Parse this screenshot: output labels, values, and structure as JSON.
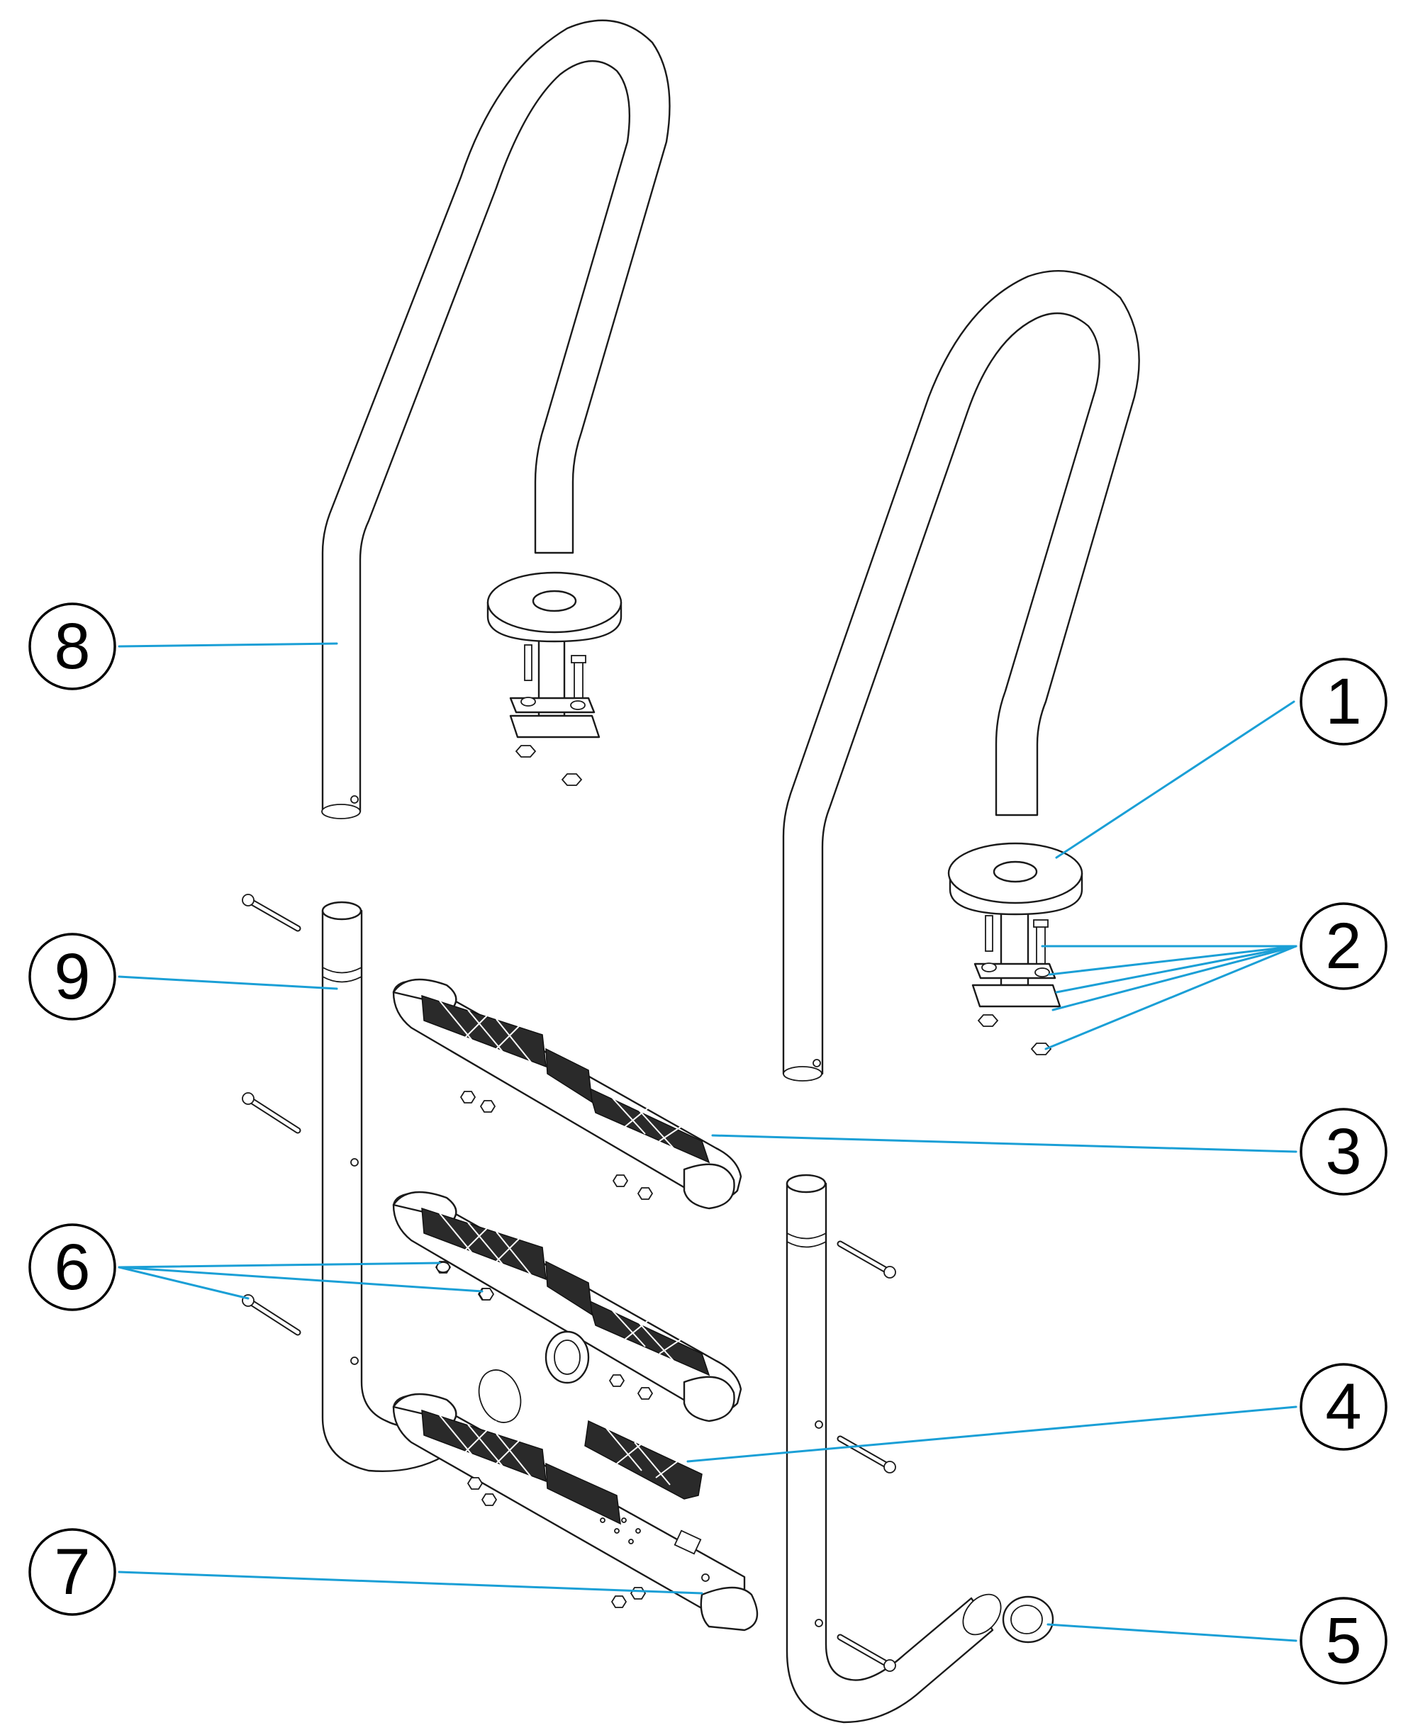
{
  "callouts": [
    {
      "id": "1",
      "label": "1"
    },
    {
      "id": "2",
      "label": "2"
    },
    {
      "id": "3",
      "label": "3"
    },
    {
      "id": "4",
      "label": "4"
    },
    {
      "id": "5",
      "label": "5"
    },
    {
      "id": "6",
      "label": "6"
    },
    {
      "id": "7",
      "label": "7"
    },
    {
      "id": "8",
      "label": "8"
    },
    {
      "id": "9",
      "label": "9"
    }
  ],
  "colors": {
    "leader": "#1a9fd6",
    "outline": "#1a1a1a",
    "tread": "#2a2a2a",
    "background": "#ffffff"
  }
}
